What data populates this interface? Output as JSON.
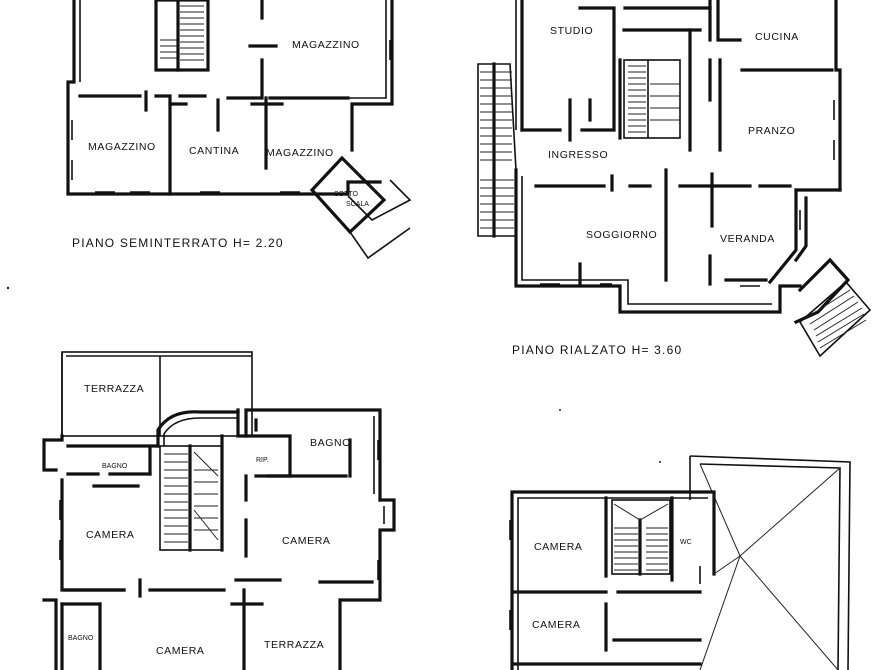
{
  "plans": {
    "seminterrato": {
      "caption": "PIANO SEMINTERRATO H= 2.20",
      "rooms": {
        "magazzino_top": "MAGAZZINO",
        "magazzino_left": "MAGAZZINO",
        "cantina": "CANTINA",
        "magazzino_right": "MAGAZZINO",
        "sotto_1": "SOTTO",
        "sotto_2": "SCALA"
      }
    },
    "rialzato": {
      "caption": "PIANO RIALZATO H= 3.60",
      "rooms": {
        "studio": "STUDIO",
        "cucina": "CUCINA",
        "pranzo": "PRANZO",
        "ingresso": "INGRESSO",
        "soggiorno": "SOGGIORNO",
        "veranda": "VERANDA"
      }
    },
    "primo": {
      "rooms": {
        "terrazza_top": "TERRAZZA",
        "bagno_right": "BAGNO",
        "rip": "RIP.",
        "bagno_left": "BAGNO",
        "camera_left": "CAMERA",
        "camera_right": "CAMERA",
        "bagno_bottom": "BAGNO",
        "camera_bottom": "CAMERA",
        "terrazza_bottom": "TERRAZZA"
      }
    },
    "sottotetto": {
      "rooms": {
        "camera_top": "CAMERA",
        "wc": "WC",
        "camera_bottom": "CAMERA"
      }
    }
  }
}
